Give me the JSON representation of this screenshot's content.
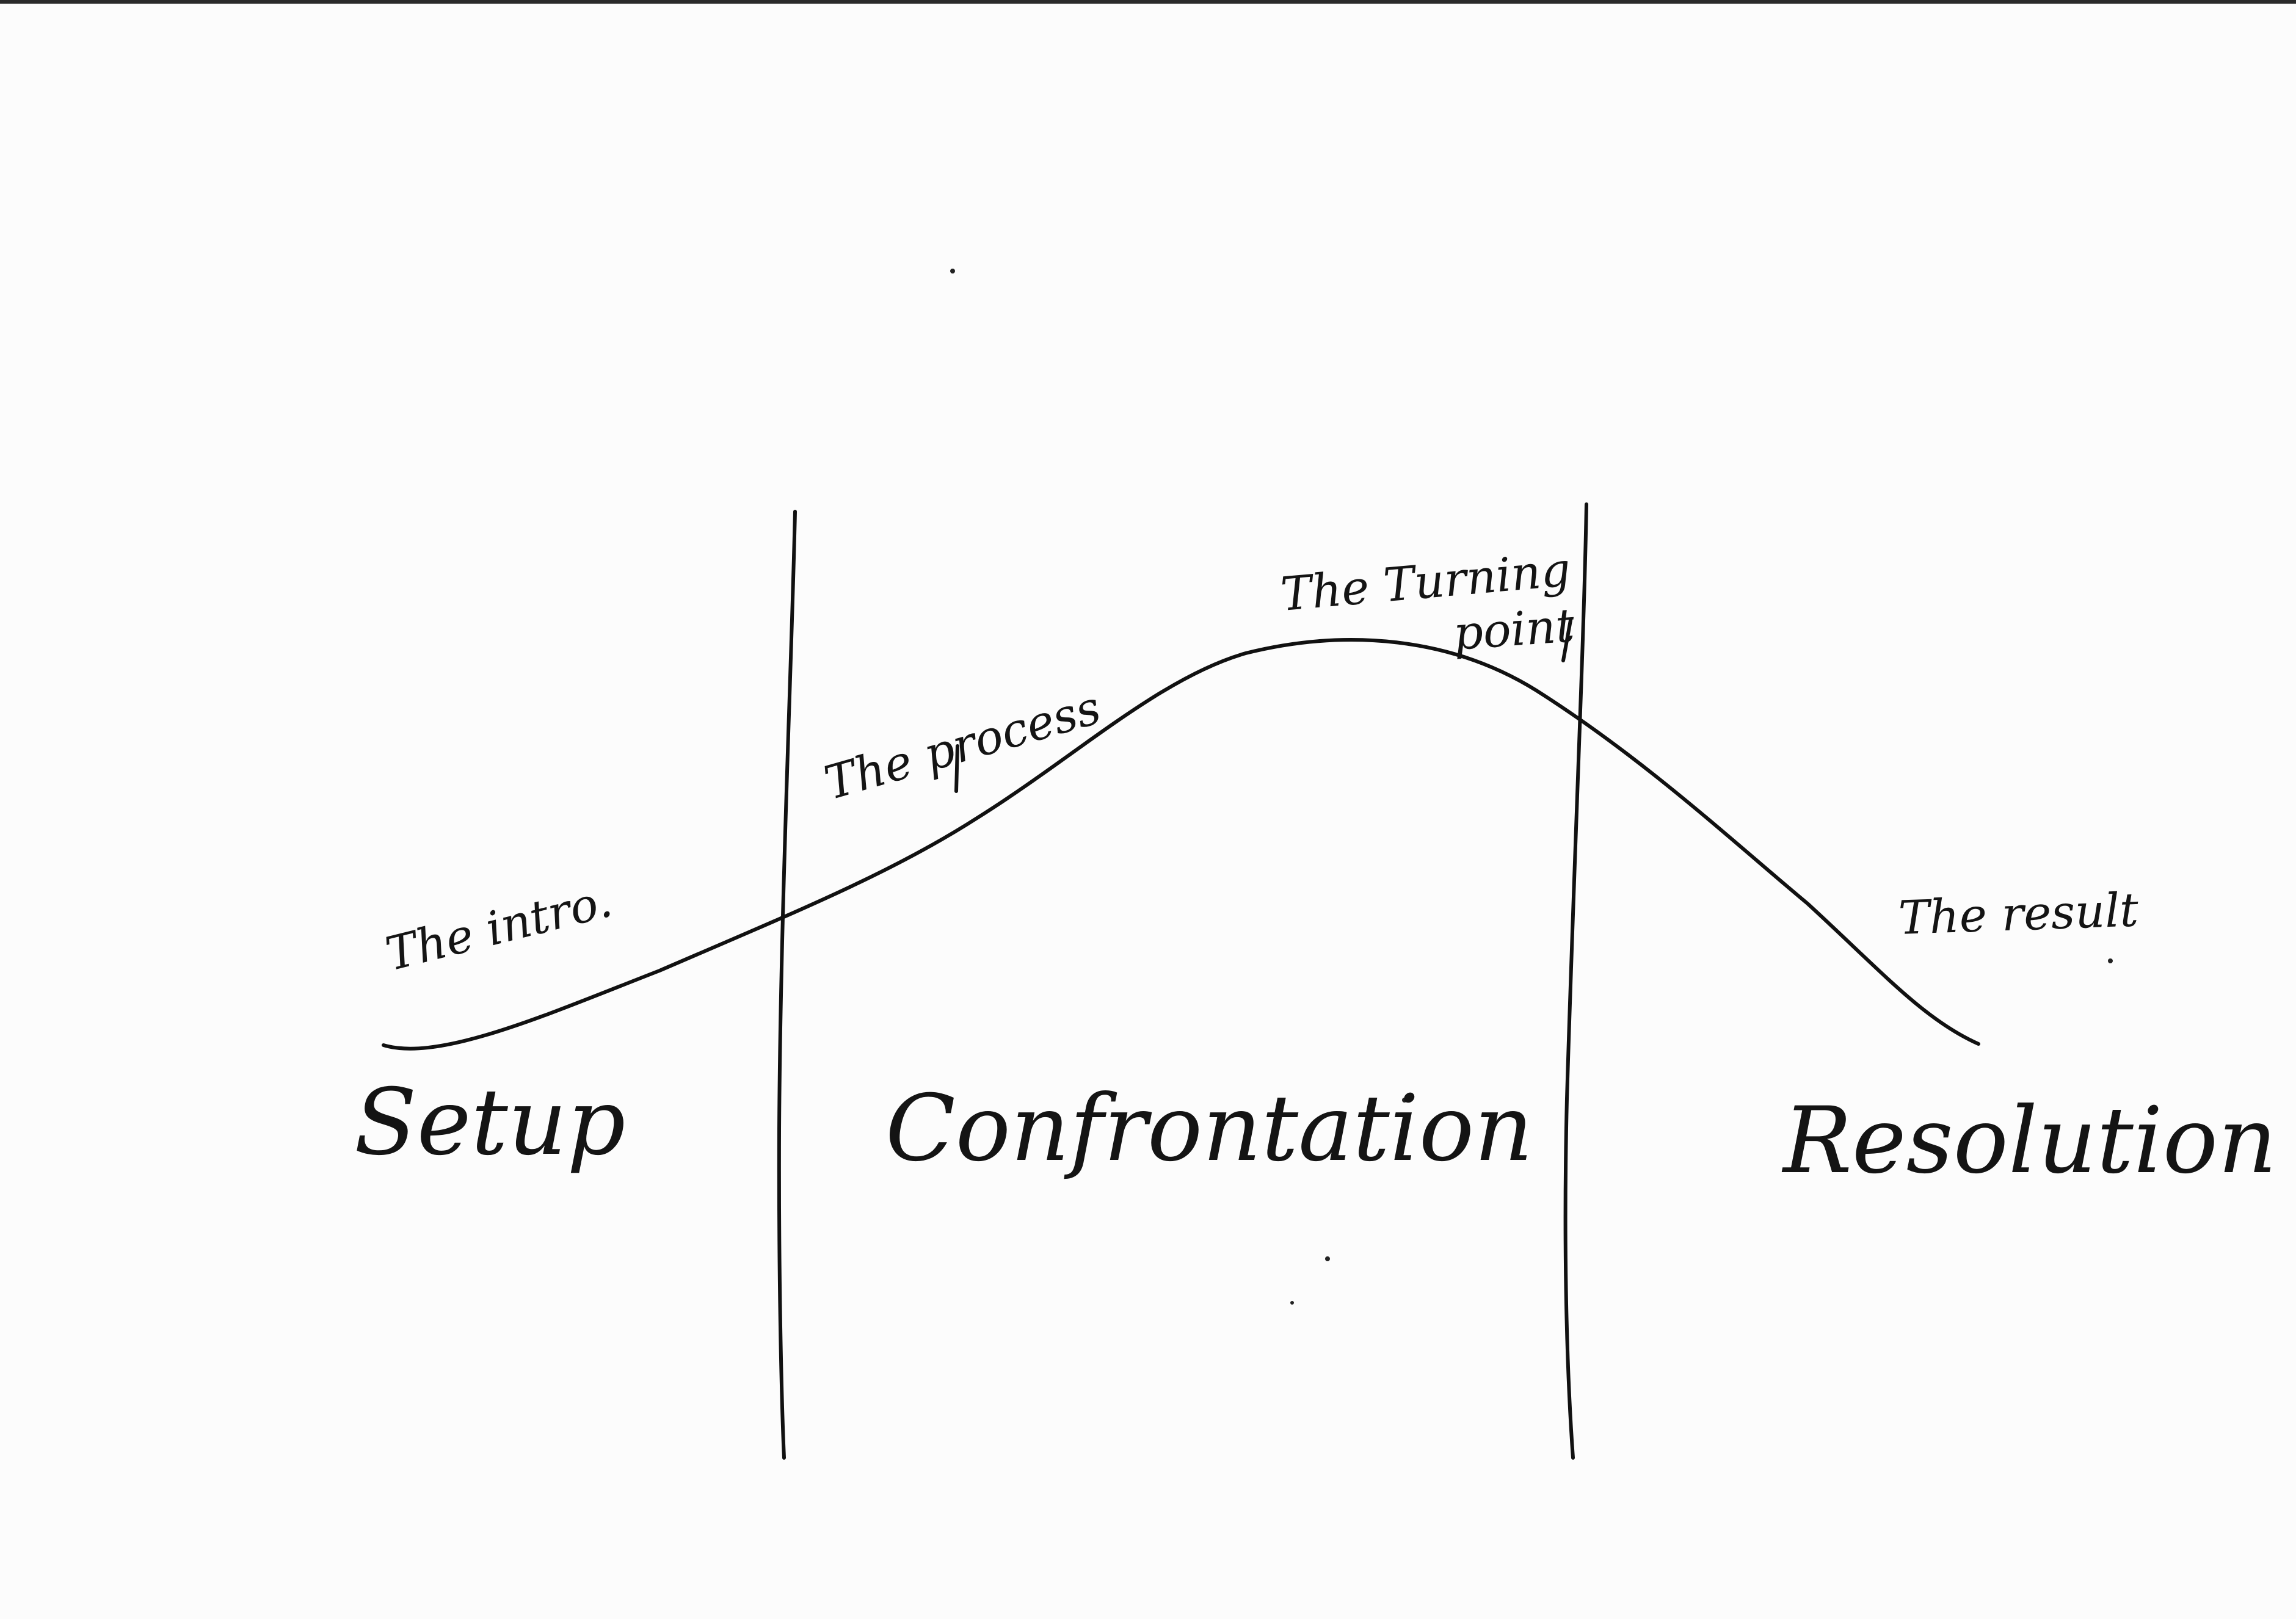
{
  "diagram": {
    "acts": {
      "setup": "Setup",
      "confrontation": "Confrontation",
      "resolution": "Resolution"
    },
    "annotations": {
      "intro": "The intro.",
      "process": "The process",
      "turning_point_line1": "The Turning",
      "turning_point_line2": "point",
      "result": "The result"
    },
    "colors": {
      "ink": "#111111",
      "paper": "#fcfcfc"
    }
  }
}
